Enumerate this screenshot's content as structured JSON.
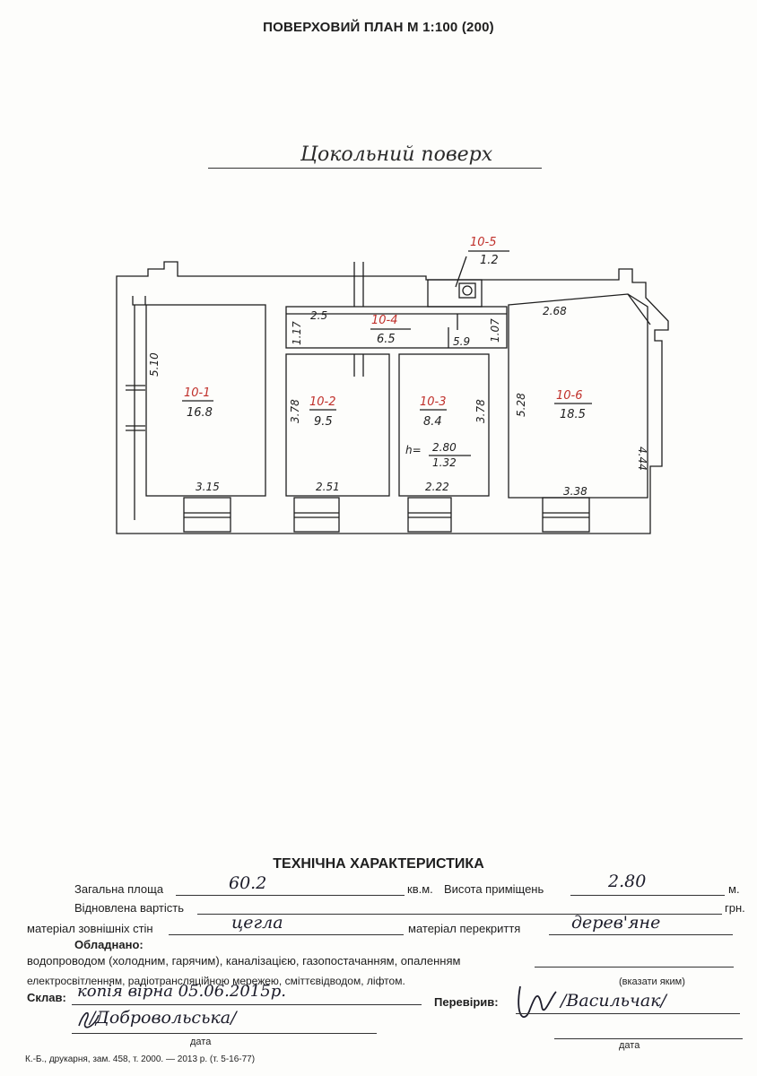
{
  "header": {
    "title": "ПОВЕРХОВИЙ ПЛАН М 1:100 (200)",
    "floor": "Цокольний поверх"
  },
  "rooms": [
    {
      "id": "10-1",
      "area": "16.8",
      "dims": [
        "5.10",
        "3.15"
      ]
    },
    {
      "id": "10-2",
      "area": "9.5",
      "dims": [
        "3.78",
        "2.51"
      ]
    },
    {
      "id": "10-3",
      "area": "8.4",
      "dims": [
        "3.78",
        "2.22"
      ]
    },
    {
      "id": "10-4",
      "area": "6.5",
      "dims": [
        "2.5",
        "1.17",
        "5.9",
        "1.07"
      ]
    },
    {
      "id": "10-5",
      "area": "1.2",
      "dims": []
    },
    {
      "id": "10-6",
      "area": "18.5",
      "dims": [
        "2.68",
        "5.28",
        "4.44",
        "3.38"
      ]
    }
  ],
  "height_note": {
    "prefix": "h=",
    "top": "2.80",
    "bottom": "1.32"
  },
  "tech": {
    "title": "ТЕХНІЧНА ХАРАКТЕРИСТИКА",
    "total_area_label": "Загальна площа",
    "total_area_value": "60.2",
    "area_unit": "кв.м.",
    "height_label": "Висота приміщень",
    "height_value": "2.80",
    "height_unit": "м.",
    "cost_label": "Відновлена вартість",
    "cost_unit": "грн.",
    "walls_label": "матеріал зовнішніх стін",
    "walls_value": "цегла",
    "floor_cover_label": "матеріал перекриття",
    "floor_cover_value": "дерев'яне",
    "equipped_label": "Обладнано:",
    "equipped_line1": "водопроводом (холодним, гарячим), каналізацією, газопостачанням, опаленням",
    "equipped_line2": "електросвітленням, радіотрансляційною мережею, сміттєвідводом, ліфтом.",
    "specify": "(вказати яким)",
    "compiled_label": "Склав:",
    "compiled_hand1": "копія вірна 05.06.2015р.",
    "compiled_hand2": "/Добровольська/",
    "checked_label": "Перевірив:",
    "checked_hand": "/Васильчак/",
    "date_label1": "дата",
    "date_label2": "дата",
    "footer": "К.-Б., друкарня, зам. 458, т. 2000. — 2013 р. (т. 5-16-77)"
  }
}
